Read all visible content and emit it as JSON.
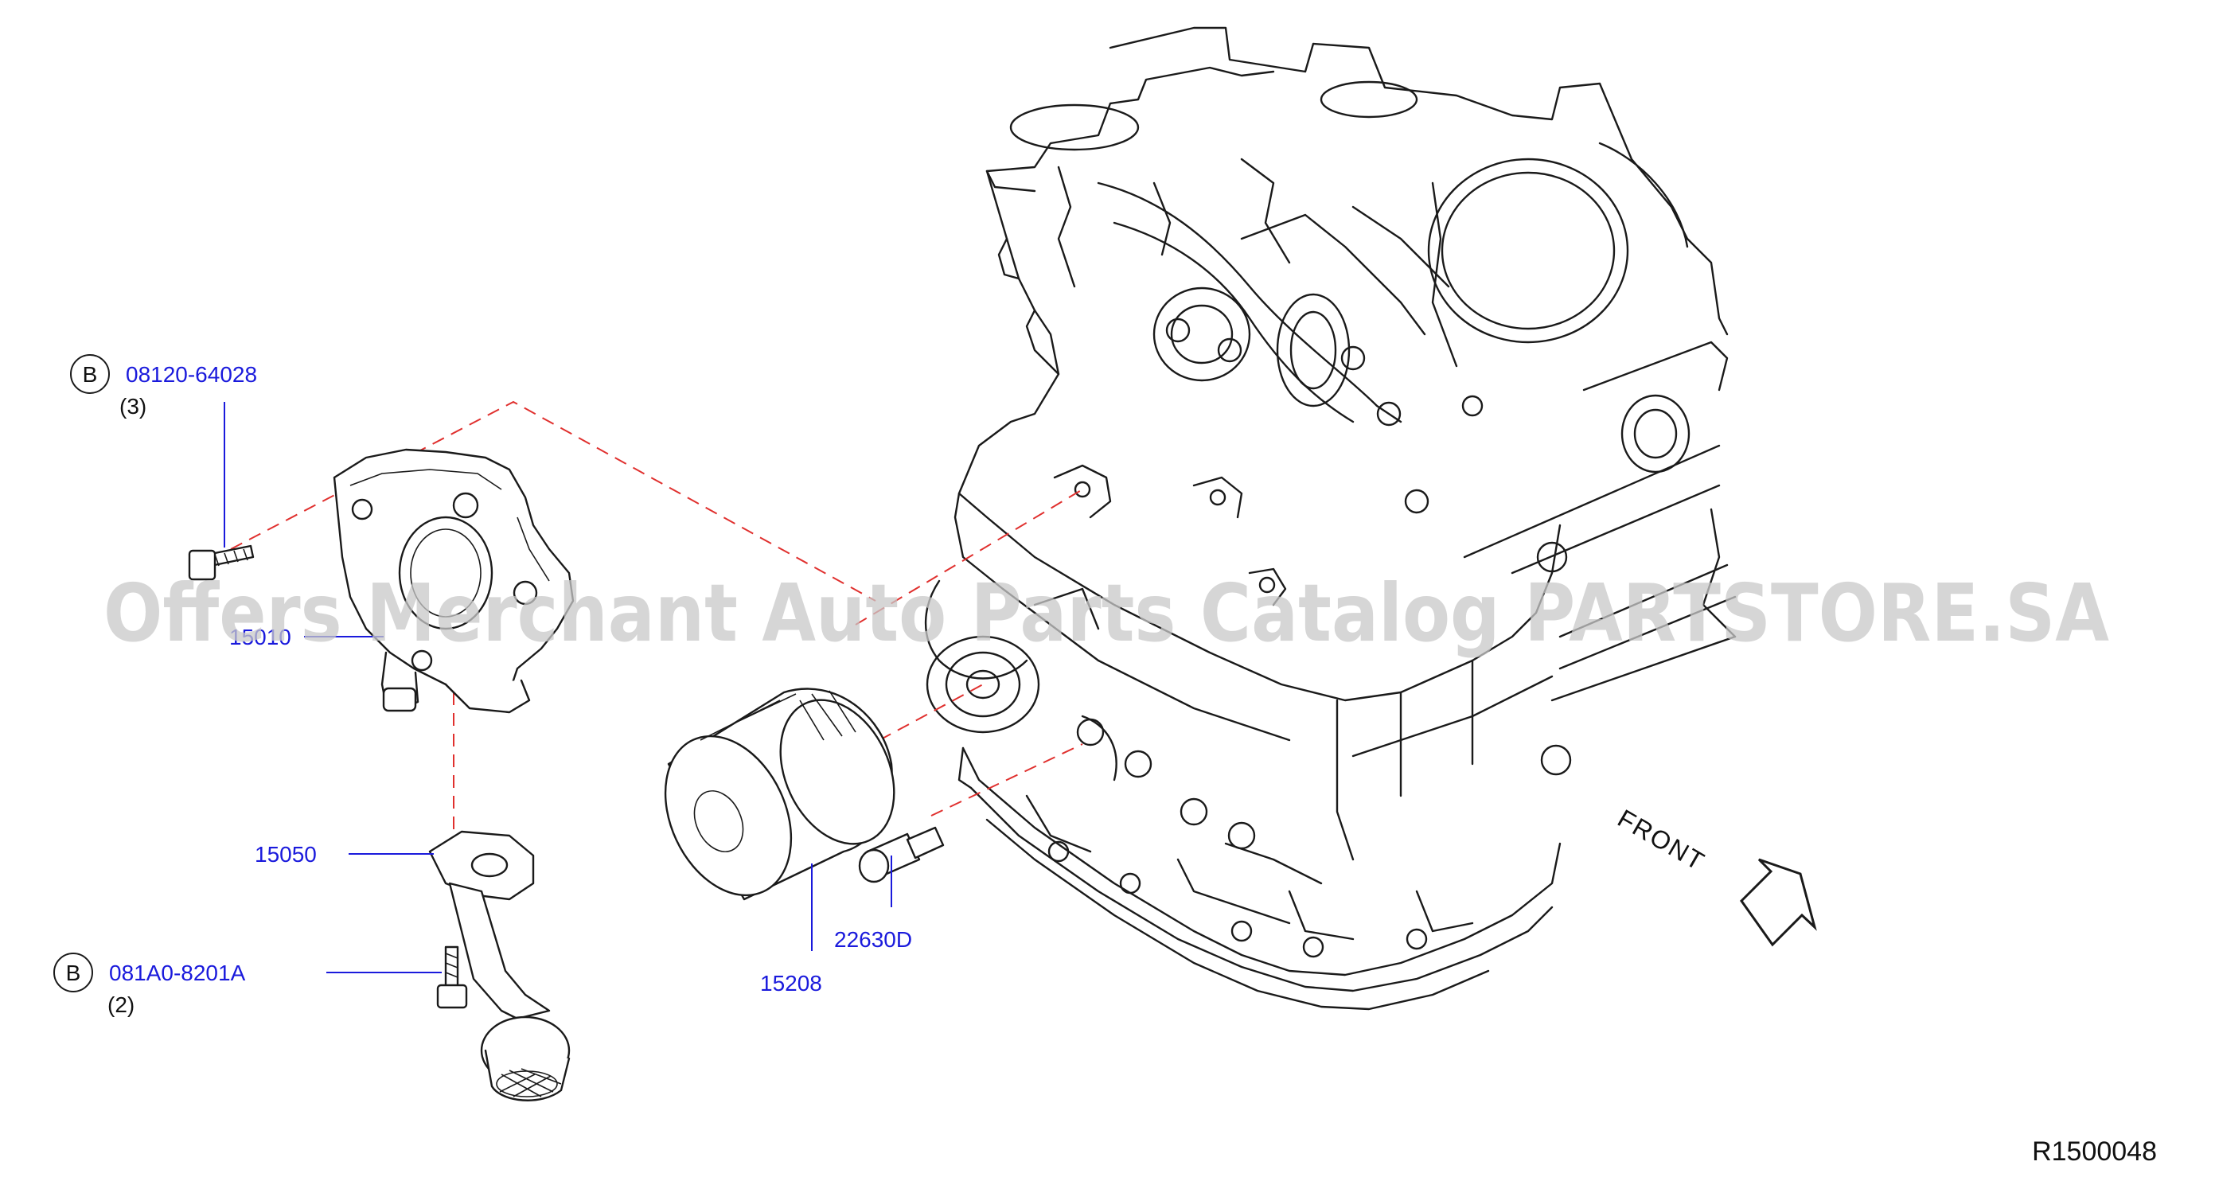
{
  "callouts": {
    "bolt_upper": {
      "marker": "B",
      "part_number": "08120-64028",
      "quantity": "(3)"
    },
    "oil_pump": {
      "part_number": "15010"
    },
    "strainer": {
      "part_number": "15050"
    },
    "bolt_lower": {
      "marker": "B",
      "part_number": "081A0-8201A",
      "quantity": "(2)"
    },
    "oil_filter": {
      "part_number": "15208"
    },
    "pressure_switch": {
      "part_number": "22630D"
    }
  },
  "direction_label": "FRONT",
  "diagram_id": "R1500048",
  "watermark": "Offers Merchant Auto Parts Catalog PARTSTORE.SA",
  "colors": {
    "part_number_text": "#1a1adc",
    "leader_line": "#1a1adc",
    "assembly_dash_line": "#e0302e",
    "line_art": "#1a1a1a",
    "watermark": "#c9c9c9"
  }
}
